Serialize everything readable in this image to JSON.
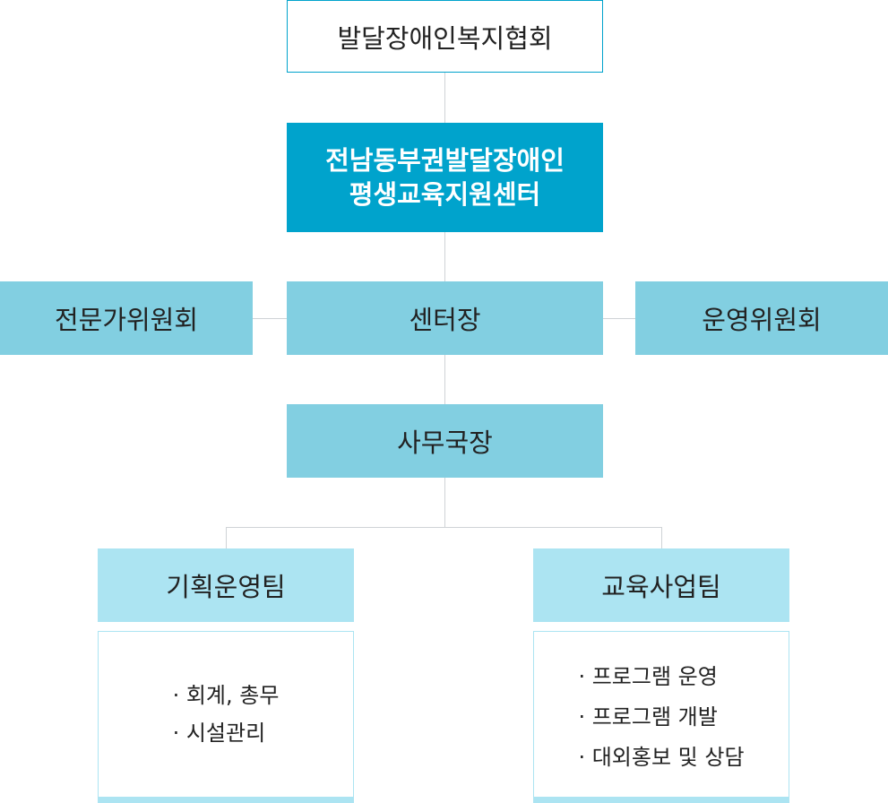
{
  "chart": {
    "top": "발달장애인복지협회",
    "center": [
      "전남동부권발달장애인",
      "평생교육지원센터"
    ],
    "advisory_left": "전문가위원회",
    "head": "센터장",
    "advisory_right": "운영위원회",
    "secretary_general": "사무국장",
    "teams": [
      {
        "name": "기획운영팀",
        "duties": [
          "회계, 총무",
          "시설관리"
        ]
      },
      {
        "name": "교육사업팀",
        "duties": [
          "프로그램 운영",
          "프로그램 개발",
          "대외홍보 및 상담"
        ]
      }
    ]
  },
  "colors": {
    "primary": "#00a3cc",
    "secondary": "#82cfe1",
    "team": "#ace4f2",
    "connector": "#cfd3d6"
  }
}
